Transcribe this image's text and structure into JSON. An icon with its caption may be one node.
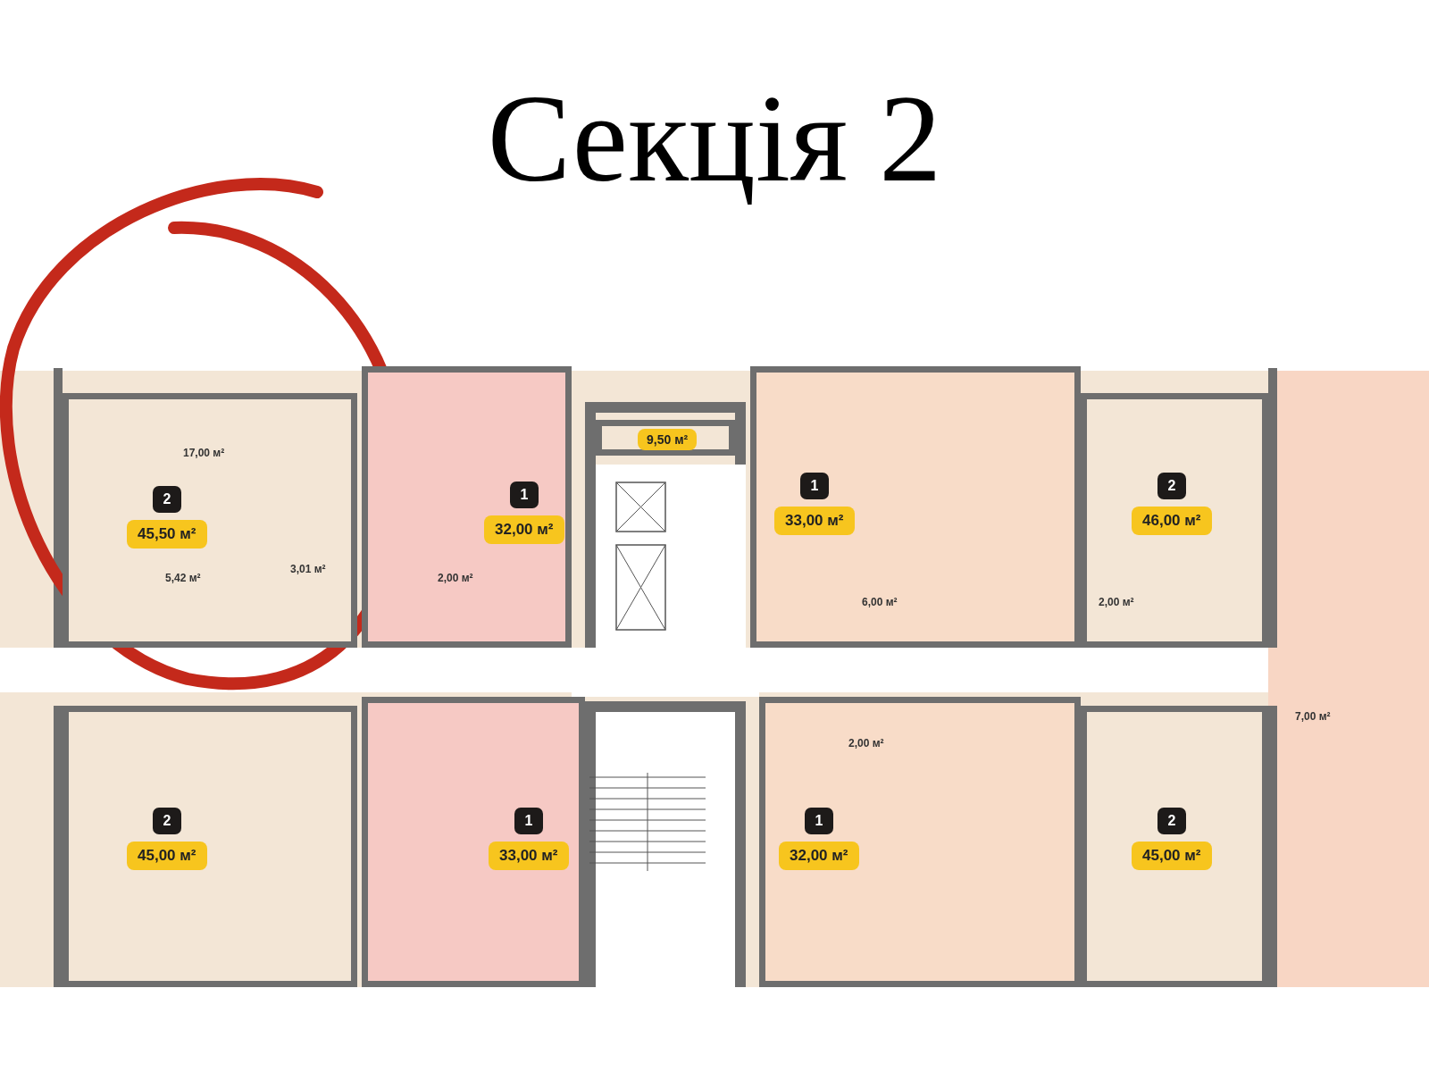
{
  "diagram": {
    "title": "Секція 2",
    "nodes": [
      {
        "text": [
          "2",
          "45,50 м²"
        ]
      },
      {
        "text": [
          "1",
          "32,00 м²"
        ]
      },
      {
        "text": [
          "9,50 м²"
        ]
      },
      {
        "text": [
          "1",
          "33,00 м²"
        ]
      },
      {
        "text": [
          "2",
          "46,00 м²"
        ]
      },
      {
        "text": [
          "2",
          "45,00 м²"
        ]
      },
      {
        "text": [
          "1",
          "33,00 м²"
        ]
      },
      {
        "text": [
          "1",
          "32,00 м²"
        ]
      },
      {
        "text": [
          "2",
          "45,00 м²"
        ]
      }
    ],
    "edges": [],
    "labels": [
      "17,00 м²",
      "5,42 м²",
      "3,01 м²",
      "2,00 м²",
      "2,00 м²",
      "6,00 м²",
      "2,00 м²",
      "7,00 м²"
    ]
  }
}
